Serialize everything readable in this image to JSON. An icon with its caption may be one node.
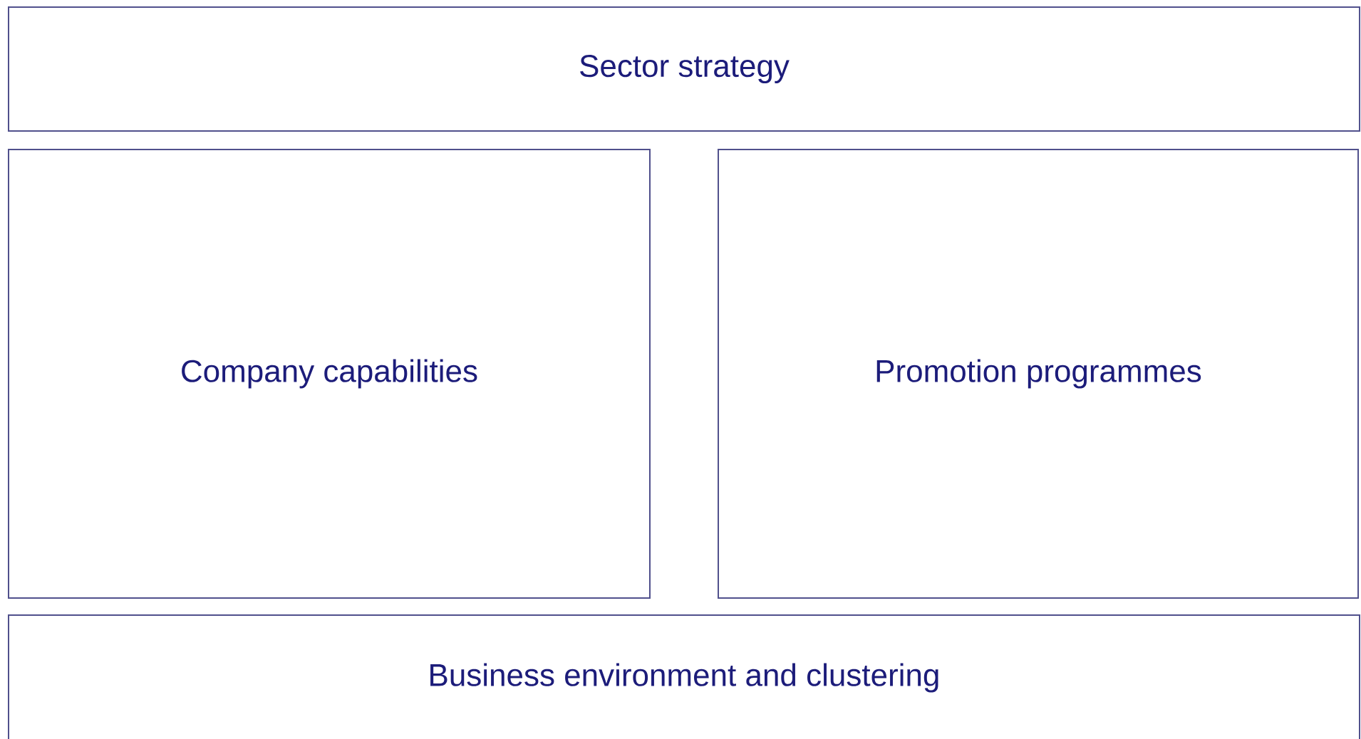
{
  "diagram": {
    "nodes": [
      {
        "text": [
          "Sector strategy"
        ]
      },
      {
        "text": [
          "Company capabilities"
        ]
      },
      {
        "text": [
          "Promotion programmes"
        ]
      },
      {
        "text": [
          "Business environment and clustering"
        ]
      }
    ]
  }
}
